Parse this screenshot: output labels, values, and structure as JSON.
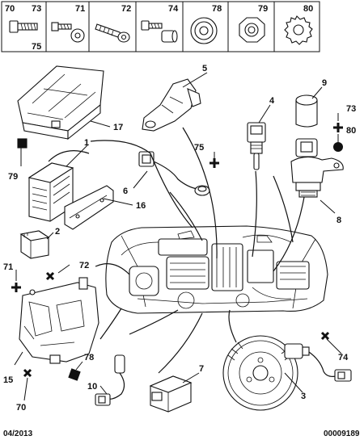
{
  "header_strip": {
    "cells": [
      {
        "top_left": "70",
        "top_right": "73",
        "bottom_right": "75",
        "icon": "bolt-icon"
      },
      {
        "top_right": "71",
        "icon": "washer-bolt-icon"
      },
      {
        "top_right": "72",
        "icon": "wood-screw-icon"
      },
      {
        "top_right": "74",
        "icon": "collar-bolt-icon"
      },
      {
        "top_right": "78",
        "icon": "grommet-icon"
      },
      {
        "top_right": "79",
        "icon": "nut-icon"
      },
      {
        "top_right": "80",
        "icon": "toothed-washer-icon"
      }
    ]
  },
  "callouts": {
    "c1": "1",
    "c2": "2",
    "c3": "3",
    "c4": "4",
    "c5": "5",
    "c6": "6",
    "c7": "7",
    "c8": "8",
    "c9": "9",
    "c10": "10",
    "c15": "15",
    "c16": "16",
    "c17": "17",
    "c70": "70",
    "c71": "71",
    "c72": "72",
    "c73": "73",
    "c74": "74",
    "c75": "75",
    "c78": "78",
    "c79": "79",
    "c80": "80"
  },
  "footer": {
    "date": "04/2013",
    "reference": "00009189"
  }
}
